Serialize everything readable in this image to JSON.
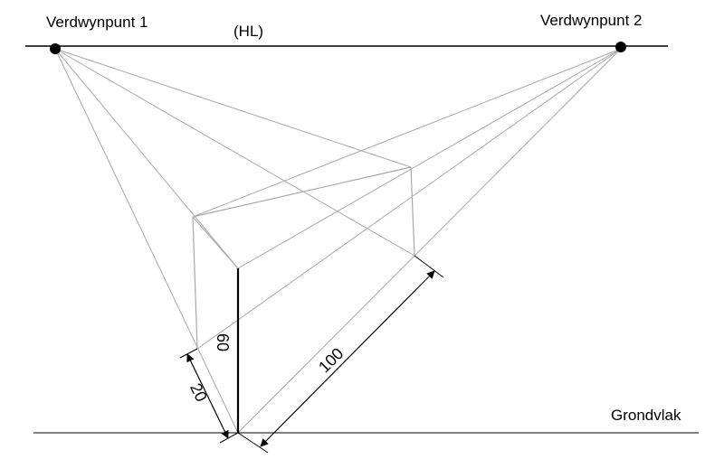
{
  "labels": {
    "vanishing_point_1": "Verdwynpunt 1",
    "vanishing_point_2": "Verdwynpunt 2",
    "horizon_line": "(HL)",
    "ground_plane": "Grondvlak"
  },
  "dimensions": {
    "height": "60",
    "depth": "20",
    "length": "100"
  },
  "colors": {
    "construction_lines": "#a8a8a8",
    "main_lines": "#000000"
  }
}
